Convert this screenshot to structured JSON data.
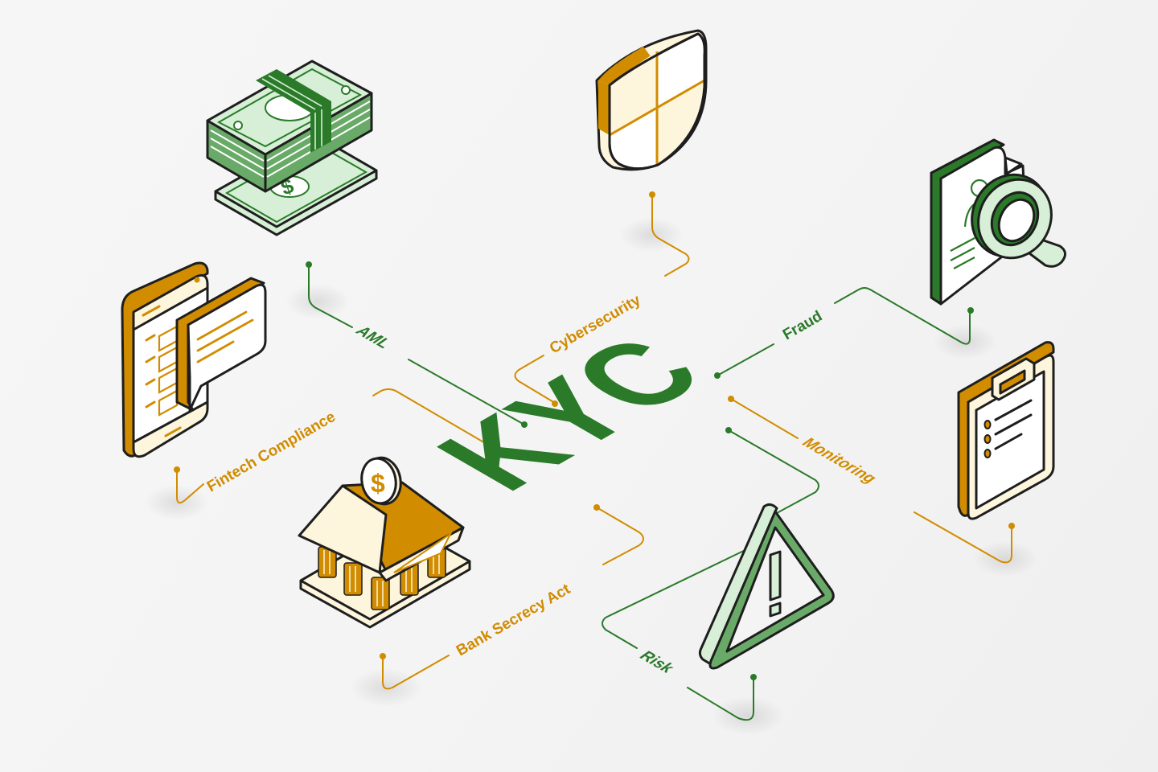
{
  "title": "KYC",
  "colors": {
    "background": "#f4f4f4",
    "green": "#2a7a2a",
    "green_light": "#d6efd6",
    "green_mid": "#6aaa68",
    "gold": "#d18c00",
    "cream": "#fdf5dc",
    "ink": "#1e1e1e",
    "white": "#ffffff"
  },
  "center": {
    "label": "KYC",
    "color": "#2a7a2a"
  },
  "nodes": [
    {
      "id": "aml",
      "label": "AML",
      "color": "#2a7a2a",
      "icon": "money-stack-icon"
    },
    {
      "id": "cybersecurity",
      "label": "Cybersecurity",
      "color": "#d18c00",
      "icon": "shield-icon"
    },
    {
      "id": "fraud",
      "label": "Fraud",
      "color": "#2a7a2a",
      "icon": "document-magnifier-icon"
    },
    {
      "id": "monitoring",
      "label": "Monitoring",
      "color": "#d18c00",
      "icon": "clipboard-icon"
    },
    {
      "id": "risk",
      "label": "Risk",
      "color": "#2a7a2a",
      "icon": "warning-triangle-icon"
    },
    {
      "id": "bank_secrecy_act",
      "label": "Bank Secrecy Act",
      "color": "#d18c00",
      "icon": "bank-coin-icon"
    },
    {
      "id": "fintech_compliance",
      "label": "Fintech Compliance",
      "color": "#d18c00",
      "icon": "phone-chat-icon"
    }
  ],
  "icons": {
    "bank_coin_symbol": "$",
    "warning_symbol": "!"
  }
}
